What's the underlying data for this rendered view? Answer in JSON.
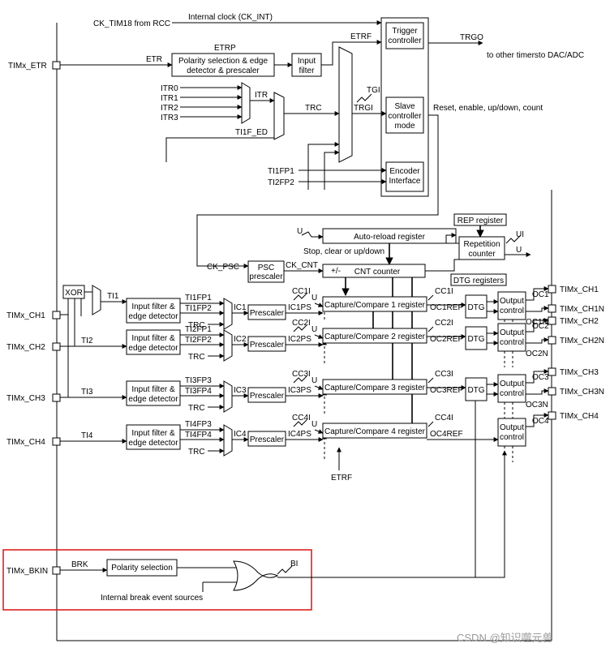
{
  "signals": {
    "ck_tim18": "CK_TIM18 from RCC",
    "internal_clock": "Internal clock (CK_INT)",
    "etrp": "ETRP",
    "etr": "ETR",
    "etrf": "ETRF",
    "trgo": "TRGO",
    "trgo_dest": "to other timersto DAC/ADC",
    "tgi": "TGI",
    "trgi": "TRGI",
    "itr0": "ITR0",
    "itr1": "ITR1",
    "itr2": "ITR2",
    "itr3": "ITR3",
    "itr": "ITR",
    "trc": "TRC",
    "ti1f_ed": "TI1F_ED",
    "ti1fp1": "TI1FP1",
    "ti2fp2": "TI2FP2",
    "reset_enable": "Reset, enable, up/down, count",
    "u": "U",
    "stop_clear": "Stop, clear or up/down",
    "ui": "UI",
    "ck_psc": "CK_PSC",
    "ck_cnt": "CK_CNT",
    "plus_minus": "+/-",
    "dtg_registers": "DTG registers",
    "xor": "XOR",
    "ti1": "TI1",
    "ti2": "TI2",
    "ti3": "TI3",
    "ti4": "TI4",
    "ch1_ti1fp1": "TI1FP1",
    "ch1_ti1fp2": "TI1FP2",
    "ch2_ti2fp1": "TI2FP1",
    "ch2_ti2fp2": "TI2FP2",
    "ch3_ti3fp3": "TI3FP3",
    "ch3_ti3fp4": "TI3FP4",
    "ch4_ti4fp3": "TI4FP3",
    "ch4_ti4fp4": "TI4FP4",
    "ic1": "IC1",
    "ic2": "IC2",
    "ic3": "IC3",
    "ic4": "IC4",
    "ic1ps": "IC1PS",
    "ic2ps": "IC2PS",
    "ic3ps": "IC3PS",
    "ic4ps": "IC4PS",
    "cc1i": "CC1I",
    "cc2i": "CC2I",
    "cc3i": "CC3I",
    "cc4i": "CC4I",
    "oc1ref": "OC1REF",
    "oc2ref": "OC2REF",
    "oc3ref": "OC3REF",
    "oc4ref": "OC4REF",
    "oc1": "OC1",
    "oc1n": "OC1N",
    "oc2": "OC2",
    "oc2n": "OC2N",
    "oc3": "OC3",
    "oc3n": "OC3N",
    "oc4": "OC4",
    "brk": "BRK",
    "bi": "BI",
    "internal_break": "Internal break event sources"
  },
  "blocks": {
    "trigger_controller": [
      "Trigger",
      "controller"
    ],
    "slave_controller": [
      "Slave",
      "controller",
      "mode"
    ],
    "encoder_interface": [
      "Encoder",
      "Interface"
    ],
    "polarity_etr": [
      "Polarity selection & edge",
      "detector & prescaler"
    ],
    "input_filter": [
      "Input",
      "filter"
    ],
    "auto_reload": "Auto-reload register",
    "rep_register": "REP register",
    "repetition_counter": [
      "Repetition",
      "counter"
    ],
    "psc": [
      "PSC",
      "prescaler"
    ],
    "cnt_counter": "CNT counter",
    "input_filter_edge": [
      "Input filter &",
      "edge detector"
    ],
    "prescaler": "Prescaler",
    "cc1": "Capture/Compare 1 register",
    "cc2": "Capture/Compare 2 register",
    "cc3": "Capture/Compare 3 register",
    "cc4": "Capture/Compare 4 register",
    "dtg": "DTG",
    "output_control": [
      "Output",
      "control"
    ],
    "polarity_brk": "Polarity selection"
  },
  "pins": {
    "etr": "TIMx_ETR",
    "ch1_in": "TIMx_CH1",
    "ch2_in": "TIMx_CH2",
    "ch3_in": "TIMx_CH3",
    "ch4_in": "TIMx_CH4",
    "bkin": "TIMx_BKIN",
    "ch1_out": "TIMx_CH1",
    "ch1n_out": "TIMx_CH1N",
    "ch2_out": "TIMx_CH2",
    "ch2n_out": "TIMx_CH2N",
    "ch3_out": "TIMx_CH3",
    "ch3n_out": "TIMx_CH3N",
    "ch4_out": "TIMx_CH4"
  },
  "watermark": "CSDN @知识噬元兽",
  "highlight_color": "#e02020"
}
